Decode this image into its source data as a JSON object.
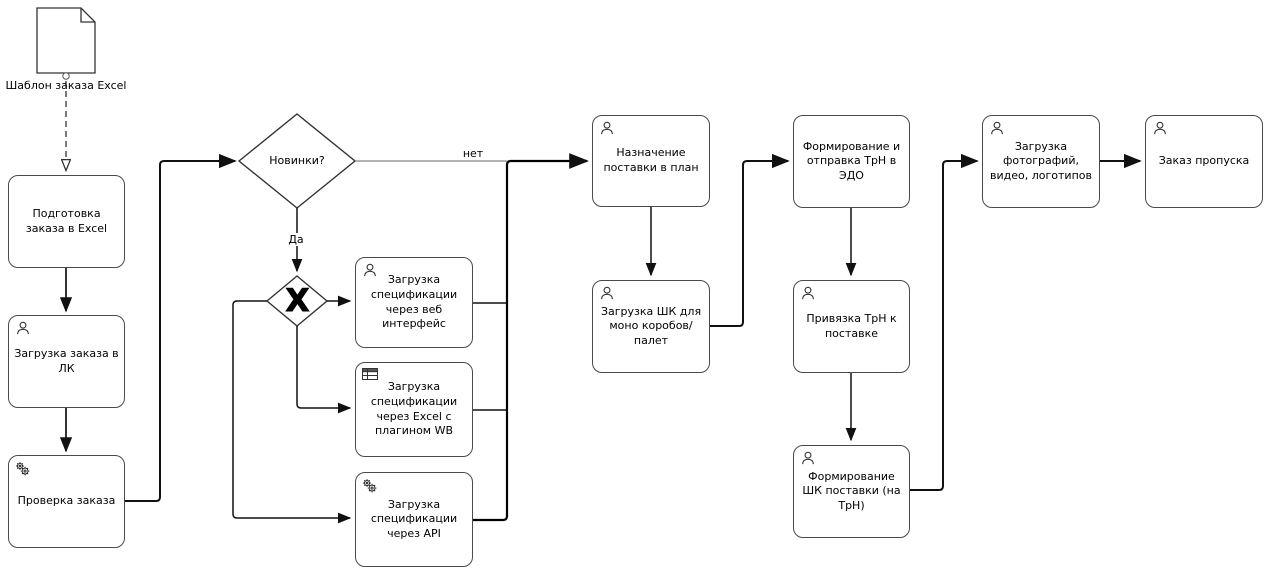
{
  "artifact": {
    "label": "Шаблон заказа Excel",
    "icon": "document-icon"
  },
  "gateways": {
    "novelty": {
      "label": "Новинки?"
    },
    "exclusive": {
      "marker": "X"
    }
  },
  "edges": {
    "yes_label": "Да",
    "no_label": "нет"
  },
  "tasks": {
    "prepare_order": {
      "label": "Подготовка заказа в Excel",
      "icon": "none"
    },
    "upload_order_lk": {
      "label": "Загрузка заказа в ЛК",
      "icon": "user-icon"
    },
    "check_order": {
      "label": "Проверка заказа",
      "icon": "gears-icon"
    },
    "spec_web": {
      "label": "Загрузка спецификации через веб интерфейс",
      "icon": "user-icon"
    },
    "spec_excel_plugin": {
      "label": "Загрузка спецификации через Excel с плагином WB",
      "icon": "table-icon"
    },
    "spec_api": {
      "label": "Загрузка спецификации через API",
      "icon": "gears-icon"
    },
    "assign_plan": {
      "label": "Назначение поставки в план",
      "icon": "user-icon"
    },
    "upload_shk_mono": {
      "label": "Загрузка ШК для моно коробов/палет",
      "icon": "user-icon"
    },
    "form_trn_edo": {
      "label": "Формирование и отправка ТрН в ЭДО",
      "icon": "none"
    },
    "bind_trn": {
      "label": "Привязка ТрН к поставке",
      "icon": "user-icon"
    },
    "form_shk_trn": {
      "label": "Формирование ШК поставки (на ТрН)",
      "icon": "user-icon"
    },
    "upload_media": {
      "label": "Загрузка фотографий, видео, логотипов",
      "icon": "user-icon"
    },
    "order_pass": {
      "label": "Заказ пропуска",
      "icon": "user-icon"
    }
  },
  "colors": {
    "line": "#111111",
    "secondary_line": "#999999",
    "shape_border": "#4a4a4a",
    "shape_fill": "#ffffff",
    "text": "#000000"
  }
}
